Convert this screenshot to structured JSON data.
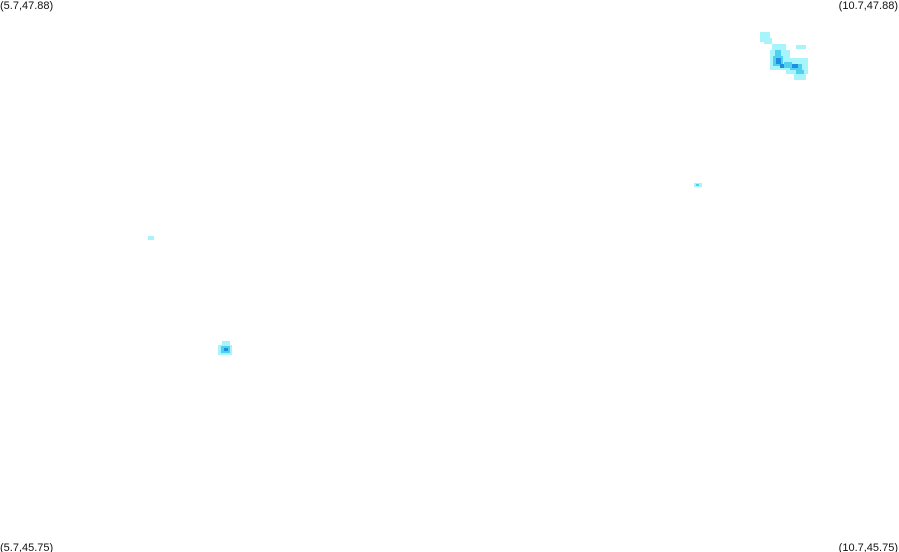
{
  "corners": {
    "top_left": "(5.7,47.88)",
    "top_right": "(10.7,47.88)",
    "bottom_left": "(5.7,45.75)",
    "bottom_right": "(10.7,45.75)"
  },
  "colors": {
    "background": "#ffffff",
    "light": "#a8f4fb",
    "medium": "#4fd0f0",
    "dark": "#1e8fe0"
  }
}
